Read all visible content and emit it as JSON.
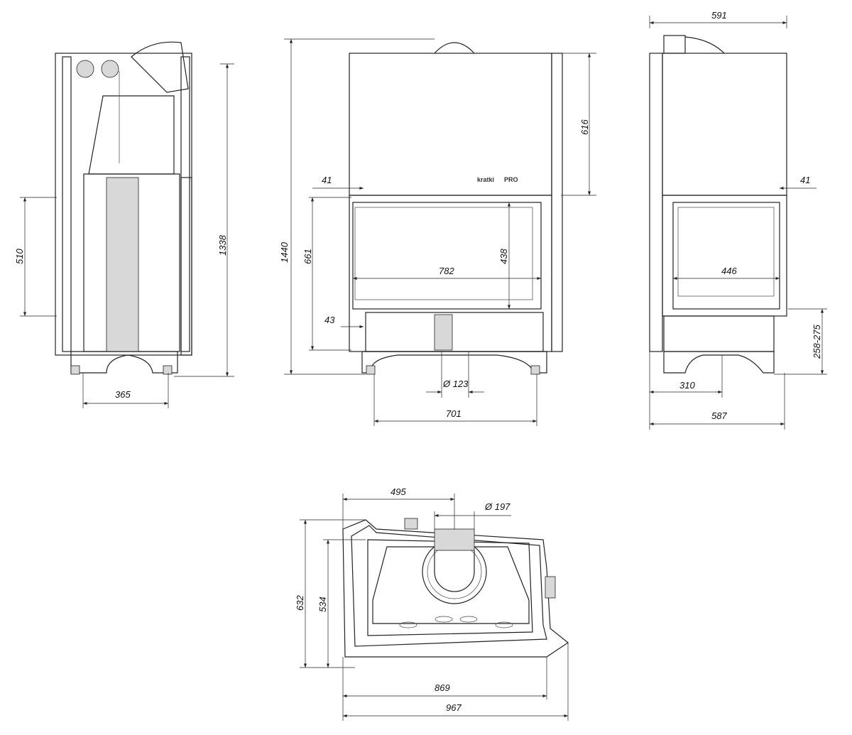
{
  "logo": {
    "brand": "kratki",
    "suffix": "PRO"
  },
  "side_view_left": {
    "height_total": "1338",
    "door_height": "510",
    "depth": "365"
  },
  "front_view": {
    "height_total": "1440",
    "upper_height": "616",
    "glass_top_offset": "41",
    "opening_height": "661",
    "glass_bottom_offset": "43",
    "glass_width": "782",
    "glass_height": "438",
    "flue_diameter": "Ø 123",
    "width": "701"
  },
  "side_view_right": {
    "width_top": "591",
    "glass_top_offset": "41",
    "glass_width": "446",
    "air_inlet_height": "258-275",
    "air_inlet_offset": "310",
    "width_bottom": "587"
  },
  "top_view": {
    "flue_offset": "495",
    "flue_diameter": "Ø 197",
    "depth_total": "632",
    "depth_inner": "534",
    "width_inner": "869",
    "width_total": "967"
  }
}
